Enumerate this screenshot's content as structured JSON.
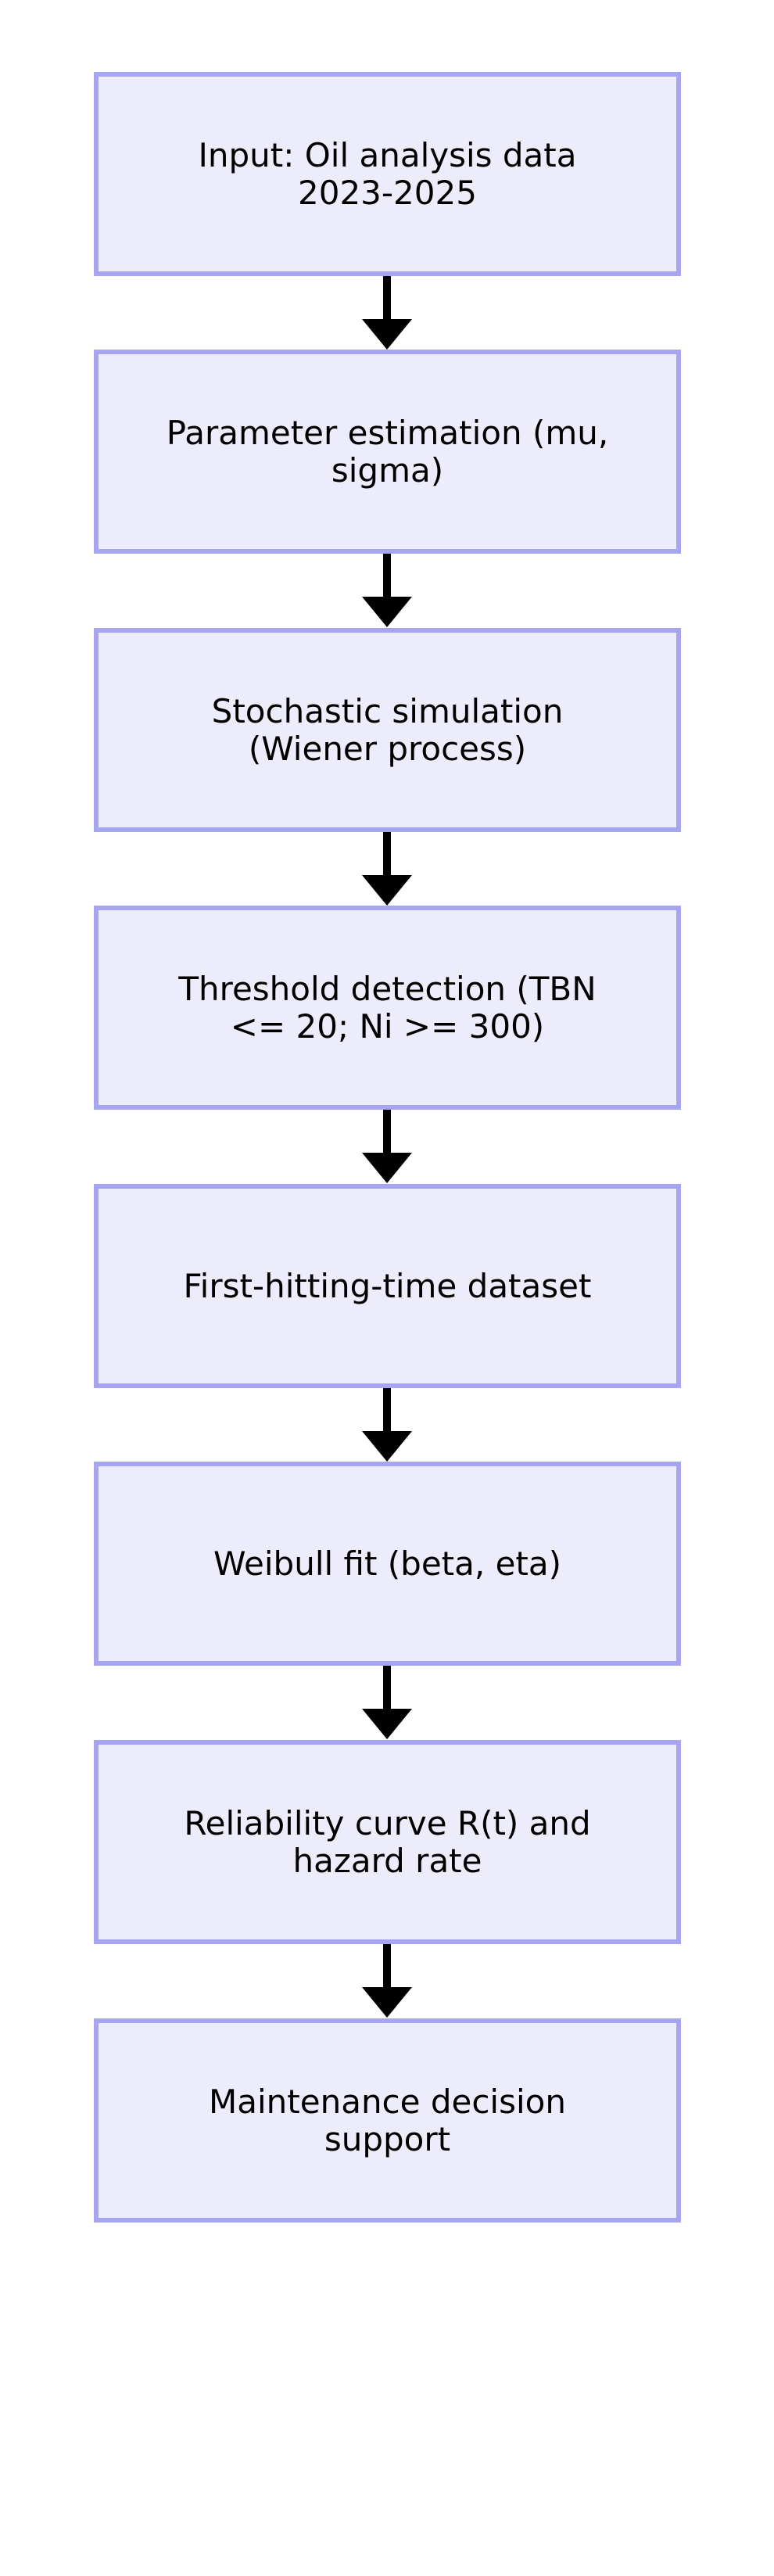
{
  "diagram": {
    "type": "flowchart",
    "direction": "top-down",
    "steps": [
      {
        "id": "input",
        "label": "Input: Oil analysis data\n2023-2025"
      },
      {
        "id": "parameter-estimation",
        "label": "Parameter estimation (mu,\nsigma)"
      },
      {
        "id": "stochastic-simulation",
        "label": "Stochastic simulation\n(Wiener process)"
      },
      {
        "id": "threshold-detection",
        "label": "Threshold detection (TBN\n<= 20; Ni >= 300)"
      },
      {
        "id": "first-hitting-time",
        "label": "First-hitting-time dataset"
      },
      {
        "id": "weibull-fit",
        "label": "Weibull fit (beta, eta)"
      },
      {
        "id": "reliability-curve",
        "label": "Reliability curve R(t) and\nhazard rate"
      },
      {
        "id": "maintenance-decision",
        "label": "Maintenance decision\nsupport"
      }
    ],
    "connectors": {
      "count": 7,
      "style": "straight-down-arrow"
    },
    "colors": {
      "box_fill": "#ececfb",
      "box_border": "#a5a5f2",
      "arrow": "#000000",
      "background": "#ffffff",
      "text": "#000000"
    }
  }
}
